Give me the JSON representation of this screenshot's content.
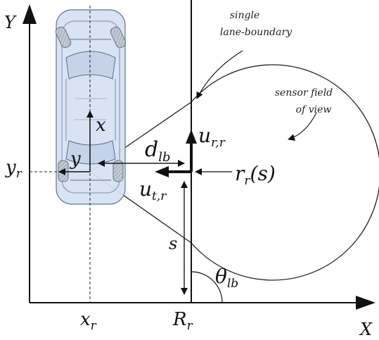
{
  "axes": {
    "x_axis_label": "X",
    "y_axis_label": "Y",
    "xr_label": "x",
    "xr_sub": "r",
    "yr_label": "y",
    "yr_sub": "r",
    "Rr_label": "R",
    "Rr_sub": "r"
  },
  "vehicle": {
    "x_label": "x",
    "y_label": "y"
  },
  "annotations": {
    "lane_boundary_line1": "single",
    "lane_boundary_line2": "lane-boundary",
    "sensor_fov_line1": "sensor field",
    "sensor_fov_line2": "of view",
    "d_lb_main": "d",
    "d_lb_sub": "lb",
    "u_rr_main": "u",
    "u_rr_sub": "r,r",
    "u_tr_main": "u",
    "u_tr_sub": "t,r",
    "r_main": "r",
    "r_sub": "r",
    "r_arg": "(s)",
    "s_label": "s",
    "theta_main": "θ",
    "theta_sub": "lb"
  },
  "colors": {
    "ink": "#111111",
    "car_fill": "#d6e2f3",
    "car_stroke": "#5a6f8e",
    "wheel": "#8c95a3"
  }
}
